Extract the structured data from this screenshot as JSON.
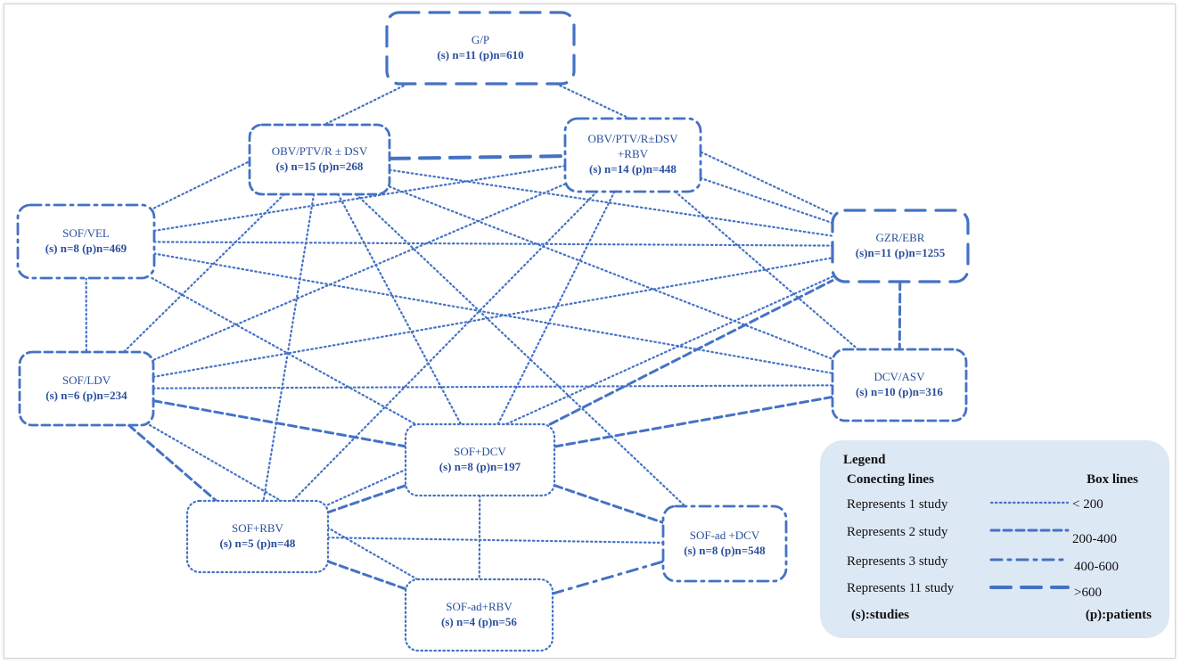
{
  "diagram": {
    "line_color": "#4472c4",
    "nodes": [
      {
        "id": "gp",
        "title": "G/P",
        "subtitle": "",
        "stats": "(s) n=11  (p)n=610",
        "box_style": ">600"
      },
      {
        "id": "obv",
        "title": "OBV/PTV/R ± DSV",
        "subtitle": "",
        "stats": "(s) n=15 (p)n=268",
        "box_style": "200-400"
      },
      {
        "id": "obvrbv",
        "title": "OBV/PTV/R±DSV",
        "subtitle": "+RBV",
        "stats": "(s) n=14  (p)n=448",
        "box_style": "400-600"
      },
      {
        "id": "sofvel",
        "title": "SOF/VEL",
        "subtitle": "",
        "stats": "(s) n=8  (p)n=469",
        "box_style": "400-600"
      },
      {
        "id": "gzr",
        "title": "GZR/EBR",
        "subtitle": "",
        "stats": "(s)n=11  (p)n=1255",
        "box_style": ">600"
      },
      {
        "id": "sofldv",
        "title": "SOF/LDV",
        "subtitle": "",
        "stats": "(s) n=6  (p)n=234",
        "box_style": "200-400"
      },
      {
        "id": "dcv",
        "title": "DCV/ASV",
        "subtitle": "",
        "stats": "(s) n=10  (p)n=316",
        "box_style": "200-400"
      },
      {
        "id": "sofdcv",
        "title": "SOF+DCV",
        "subtitle": "",
        "stats": "(s) n=8  (p)n=197",
        "box_style": "< 200"
      },
      {
        "id": "sofrbv",
        "title": "SOF+RBV",
        "subtitle": "",
        "stats": "(s) n=5  (p)n=48",
        "box_style": "< 200"
      },
      {
        "id": "sofaddcv",
        "title": "SOF-ad +DCV",
        "subtitle": "",
        "stats": "(s) n=8  (p)n=548",
        "box_style": "400-600"
      },
      {
        "id": "sofadrbv",
        "title": "SOF-ad+RBV",
        "subtitle": "",
        "stats": "(s) n=4  (p)n=56",
        "box_style": "< 200"
      }
    ],
    "edges": [
      {
        "from": "sofvel",
        "to": "gp",
        "studies": 1
      },
      {
        "from": "gp",
        "to": "gzr",
        "studies": 1
      },
      {
        "from": "obv",
        "to": "obvrbv",
        "studies": 11
      },
      {
        "from": "obvrbv",
        "to": "gzr",
        "studies": 1
      },
      {
        "from": "sofvel",
        "to": "sofldv",
        "studies": 1
      },
      {
        "from": "sofvel",
        "to": "gzr",
        "studies": 1
      },
      {
        "from": "sofvel",
        "to": "obvrbv",
        "studies": 1
      },
      {
        "from": "sofvel",
        "to": "dcv",
        "studies": 1
      },
      {
        "from": "sofvel",
        "to": "sofdcv",
        "studies": 1
      },
      {
        "from": "gzr",
        "to": "dcv",
        "studies": 2
      },
      {
        "from": "obv",
        "to": "gzr",
        "studies": 1
      },
      {
        "from": "obv",
        "to": "dcv",
        "studies": 1
      },
      {
        "from": "obv",
        "to": "sofldv",
        "studies": 1
      },
      {
        "from": "obv",
        "to": "sofdcv",
        "studies": 1
      },
      {
        "from": "obv",
        "to": "sofrbv",
        "studies": 1
      },
      {
        "from": "obv",
        "to": "sofaddcv",
        "studies": 1
      },
      {
        "from": "obvrbv",
        "to": "sofldv",
        "studies": 1
      },
      {
        "from": "obvrbv",
        "to": "sofdcv",
        "studies": 1
      },
      {
        "from": "obvrbv",
        "to": "sofrbv",
        "studies": 1
      },
      {
        "from": "obvrbv",
        "to": "dcv",
        "studies": 1
      },
      {
        "from": "sofldv",
        "to": "gzr",
        "studies": 1
      },
      {
        "from": "sofldv",
        "to": "dcv",
        "studies": 1
      },
      {
        "from": "sofldv",
        "to": "sofdcv",
        "studies": 2
      },
      {
        "from": "sofldv",
        "to": "sofrbv",
        "studies": 2
      },
      {
        "from": "sofldv",
        "to": "sofadrbv",
        "studies": 1
      },
      {
        "from": "sofdcv",
        "to": "gzr",
        "studies": 2
      },
      {
        "from": "sofdcv",
        "to": "dcv",
        "studies": 2
      },
      {
        "from": "sofdcv",
        "to": "sofrbv",
        "studies": 2
      },
      {
        "from": "sofdcv",
        "to": "sofaddcv",
        "studies": 2
      },
      {
        "from": "sofdcv",
        "to": "sofadrbv",
        "studies": 1
      },
      {
        "from": "sofrbv",
        "to": "gzr",
        "studies": 1
      },
      {
        "from": "sofrbv",
        "to": "sofaddcv",
        "studies": 1
      },
      {
        "from": "sofrbv",
        "to": "sofadrbv",
        "studies": 2
      },
      {
        "from": "sofadrbv",
        "to": "sofaddcv",
        "studies": 3
      }
    ]
  },
  "legend": {
    "title": "Legend",
    "connecting_header": "Conecting lines",
    "box_header": "Box lines",
    "rows": [
      {
        "label": "Represents 1 study",
        "box": "< 200",
        "studies": 1
      },
      {
        "label": "Represents 2 study",
        "box": "200-400",
        "studies": 2
      },
      {
        "label": "Represents 3 study",
        "box": "400-600",
        "studies": 3
      },
      {
        "label": "Represents 11 study",
        "box": ">600",
        "studies": 11
      }
    ],
    "studies_note": "(s):studies",
    "patients_note": "(p):patients",
    "background": "#dde8f5"
  }
}
